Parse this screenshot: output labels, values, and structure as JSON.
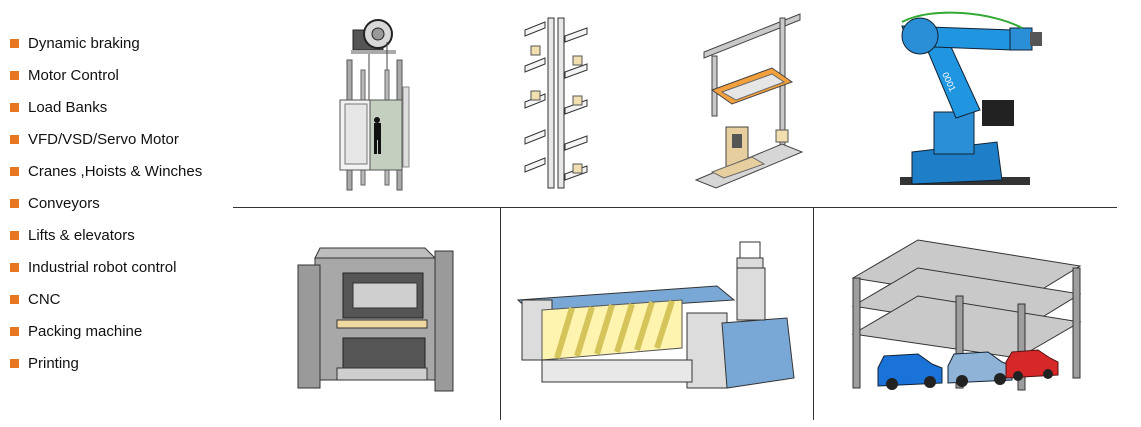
{
  "accent_color": "#e87722",
  "applications": [
    {
      "label": "Dynamic braking"
    },
    {
      "label": "Motor Control"
    },
    {
      "label": "Load Banks"
    },
    {
      "label": "VFD/VSD/Servo Motor"
    },
    {
      "label": "Cranes ,Hoists & Winches"
    },
    {
      "label": "Conveyors"
    },
    {
      "label": "Lifts & elevators"
    },
    {
      "label": "Industrial robot control"
    },
    {
      "label": "CNC"
    },
    {
      "label": "Packing machine"
    },
    {
      "label": "Printing"
    }
  ],
  "illustrations": [
    {
      "icon": "elevator-illustration"
    },
    {
      "icon": "vertical-conveyor-illustration"
    },
    {
      "icon": "gantry-crane-illustration"
    },
    {
      "icon": "industrial-robot-arm-illustration"
    },
    {
      "icon": "stamping-press-illustration"
    },
    {
      "icon": "printing-machine-illustration"
    },
    {
      "icon": "parking-garage-illustration"
    }
  ],
  "robot_text": "0001"
}
